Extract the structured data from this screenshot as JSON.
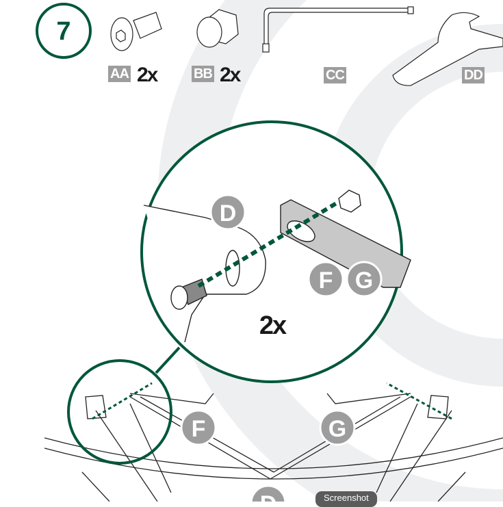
{
  "step": {
    "number": "7"
  },
  "parts": [
    {
      "code": "AA",
      "qty": "2x",
      "icon": "button-head-screw-icon"
    },
    {
      "code": "BB",
      "qty": "2x",
      "icon": "cap-nut-icon"
    },
    {
      "code": "CC",
      "icon": "hex-key-icon"
    },
    {
      "code": "DD",
      "icon": "wrench-icon"
    }
  ],
  "detail": {
    "labels": [
      "D",
      "F",
      "G"
    ],
    "qty": "2x"
  },
  "overview": {
    "labels": [
      "F",
      "G",
      "D"
    ]
  },
  "tooltip": "Screenshot",
  "colors": {
    "accent": "#00573a",
    "label_gray": "#9d9d9d",
    "bg_arc": "#eeeff1"
  }
}
